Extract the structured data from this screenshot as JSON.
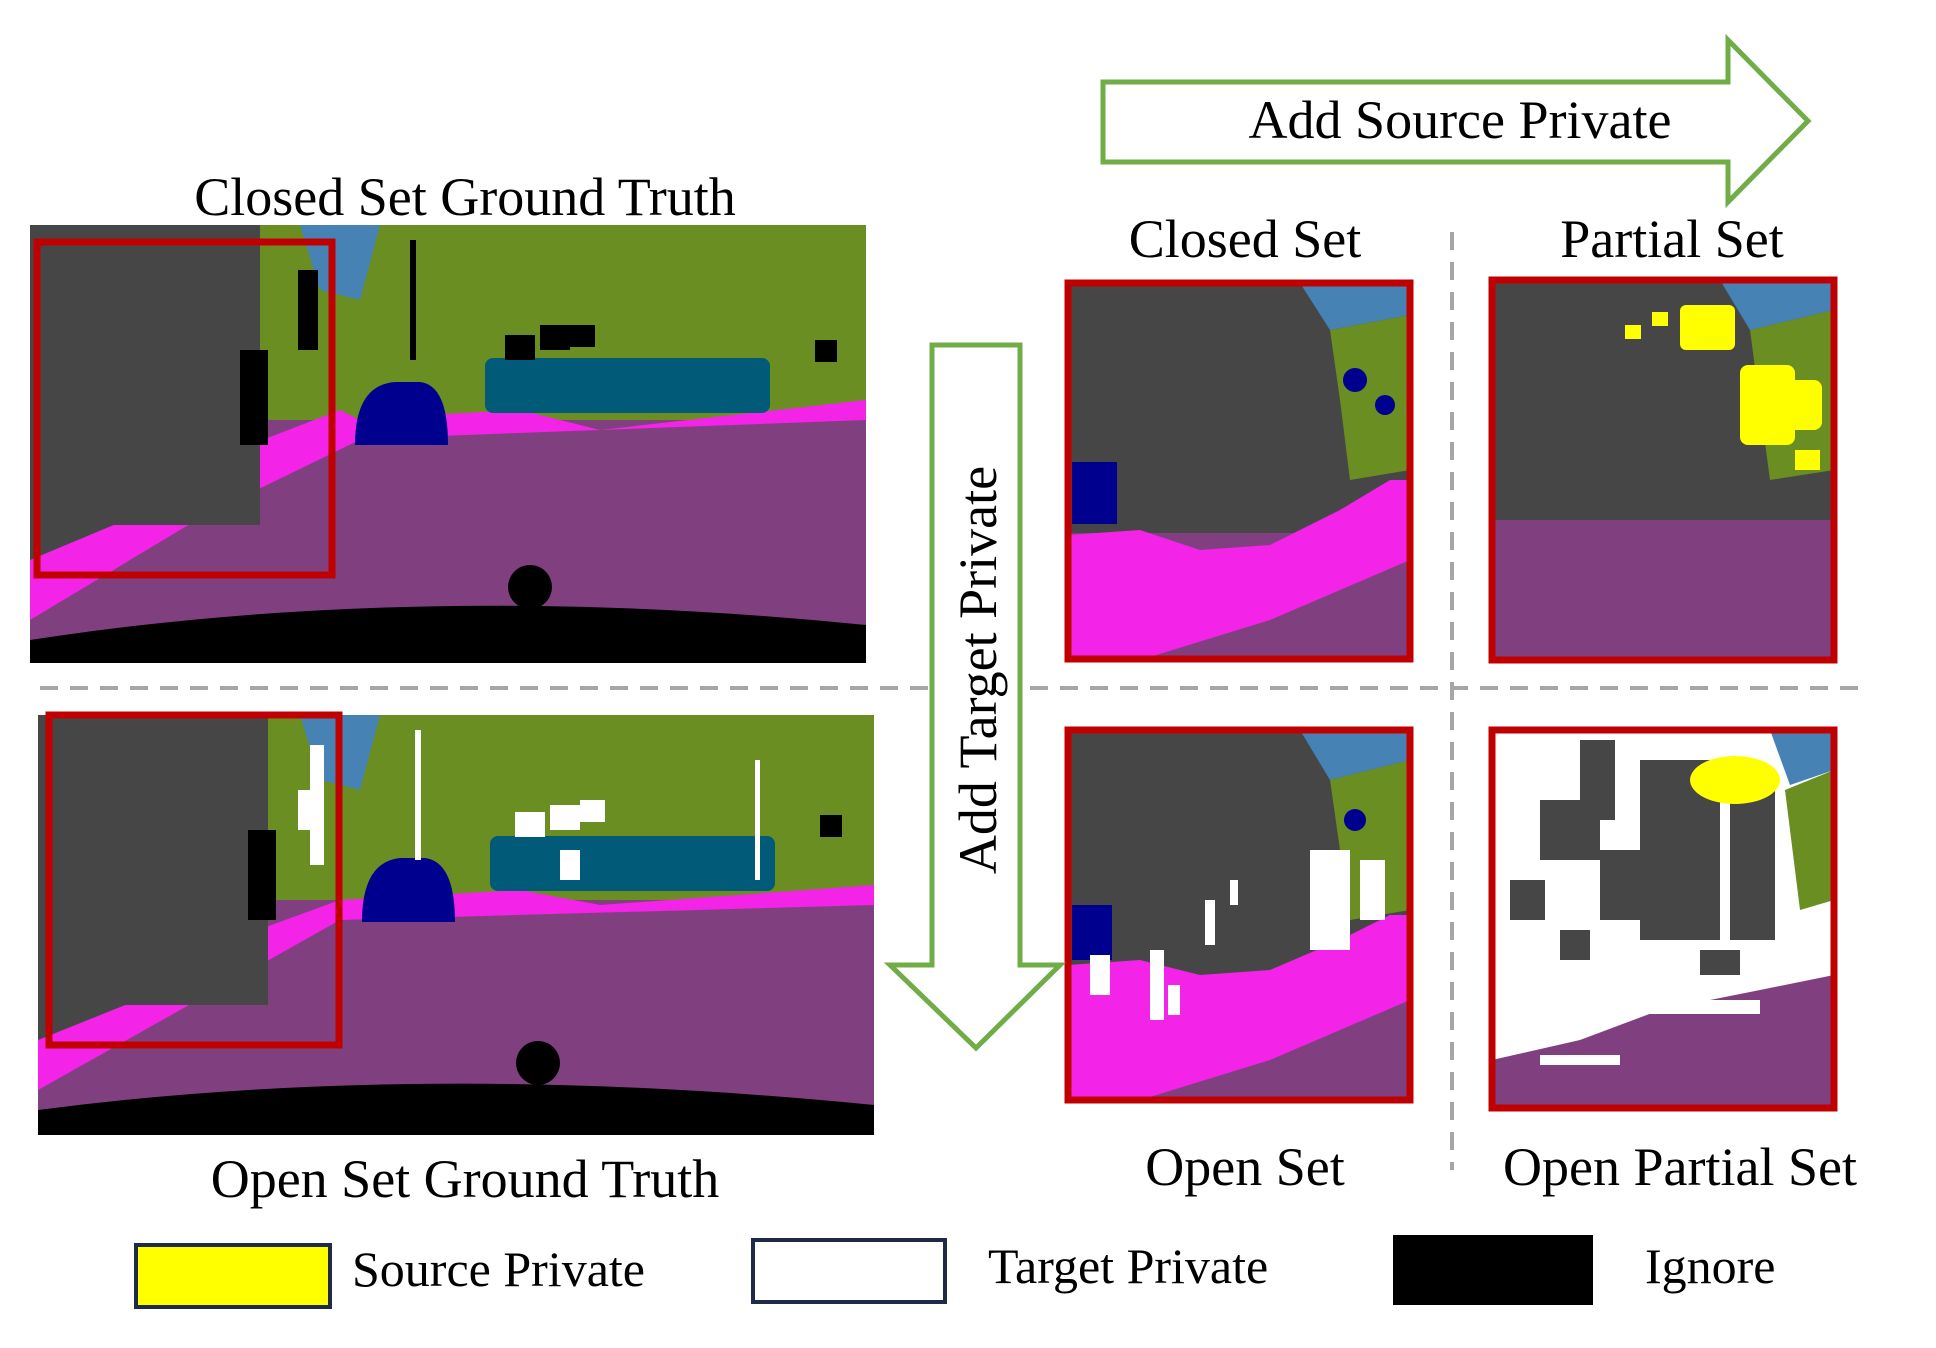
{
  "arrows": {
    "source": {
      "label": "Add Source Private"
    },
    "target": {
      "label": "Add Target Private"
    }
  },
  "panels": {
    "closed_gt": {
      "title": "Closed Set Ground Truth"
    },
    "open_gt": {
      "title": "Open Set Ground Truth"
    },
    "closed": {
      "title": "Closed Set"
    },
    "partial": {
      "title": "Partial Set"
    },
    "open": {
      "title": "Open Set"
    },
    "open_partial": {
      "title": "Open Partial Set"
    }
  },
  "legend": [
    {
      "label": "Source Private",
      "color": "#ffff00"
    },
    {
      "label": "Target Private",
      "color": "#ffffff"
    },
    {
      "label": "Ignore",
      "color": "#000000"
    }
  ],
  "palette": {
    "building": "#464646",
    "vegetation": "#6b8e23",
    "sky": "#4682b4",
    "road": "#804080",
    "sidewalk": "#f423e8",
    "car": "#00008e",
    "wall": "#005a78",
    "frame": "#c00000",
    "arrow": "#70ad47",
    "divider": "#a6a6a6"
  }
}
